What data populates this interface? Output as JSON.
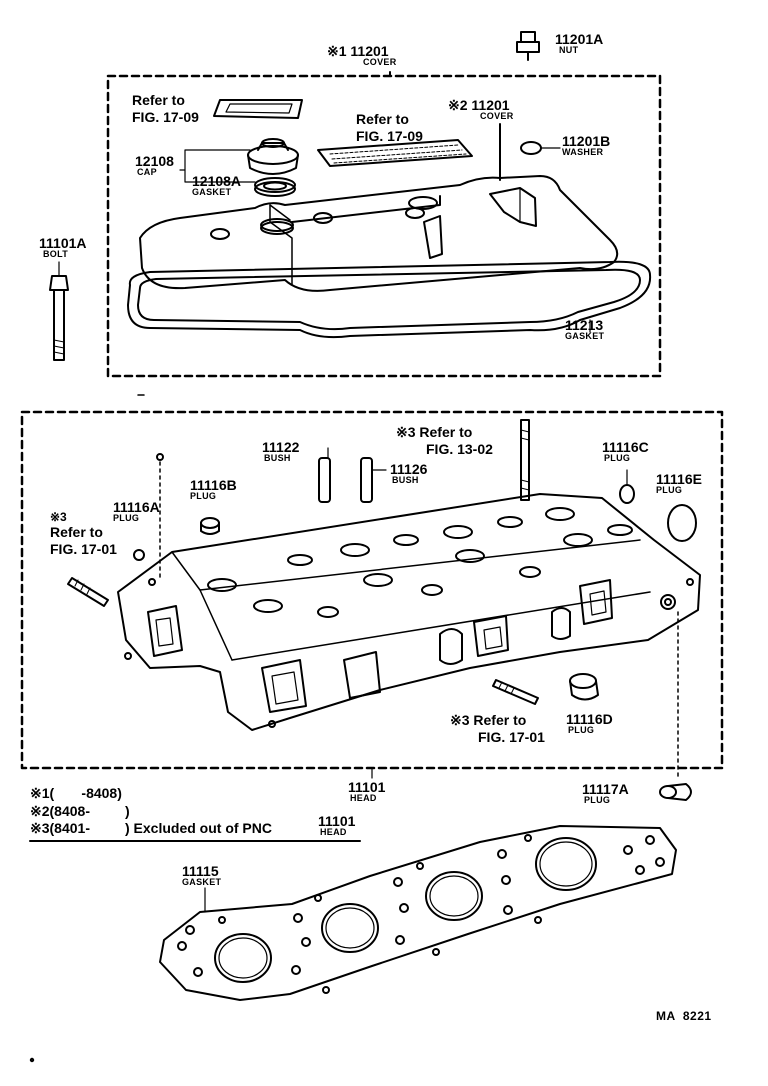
{
  "cover_box": {
    "callout_cover1": {
      "num": "※1 11201",
      "sub": "COVER"
    },
    "callout_nut": {
      "num": "11201A",
      "sub": "NUT"
    },
    "callout_refer_left": {
      "line1": "Refer to",
      "line2": "FIG. 17-09"
    },
    "callout_refer_mid": {
      "line1": "Refer to",
      "line2": "FIG. 17-09"
    },
    "callout_cover2": {
      "num": "※2 11201",
      "sub": "COVER"
    },
    "callout_washer": {
      "num": "11201B",
      "sub": "WASHER"
    },
    "callout_cap": {
      "num": "12108",
      "sub": "CAP"
    },
    "callout_cap_gasket": {
      "num": "12108A",
      "sub": "GASKET"
    },
    "callout_bolt": {
      "num": "11101A",
      "sub": "BOLT"
    },
    "callout_cover_gasket": {
      "num": "11213",
      "sub": "GASKET"
    }
  },
  "head_box": {
    "callout_bush1": {
      "num": "11122",
      "sub": "BUSH"
    },
    "callout_bush2": {
      "num": "11126",
      "sub": "BUSH"
    },
    "callout_refer_top": {
      "line1": "※3 Refer to",
      "line2": "FIG. 13-02"
    },
    "callout_plug_c": {
      "num": "11116C",
      "sub": "PLUG"
    },
    "callout_plug_e": {
      "num": "11116E",
      "sub": "PLUG"
    },
    "callout_plug_b": {
      "num": "11116B",
      "sub": "PLUG"
    },
    "callout_plug_a": {
      "num": "11116A",
      "sub": "PLUG"
    },
    "callout_refer_left": {
      "line1": "※3",
      "line2": "Refer to",
      "line3": "FIG. 17-01"
    },
    "callout_refer_bottom": {
      "line1": "※3 Refer to",
      "line2": "FIG. 17-01"
    },
    "callout_plug_d": {
      "num": "11116D",
      "sub": "PLUG"
    },
    "callout_head": {
      "num": "11101",
      "sub": "HEAD"
    }
  },
  "footer": {
    "callout_plug_17a": {
      "num": "11117A",
      "sub": "PLUG"
    },
    "note1": "※1(       -8408)",
    "note2": "※2(8408-         )",
    "note3": "※3(8401-         ) Excluded out of PNC",
    "note3_pnc": {
      "num": "11101",
      "sub": "HEAD"
    },
    "callout_head_gasket": {
      "num": "11115",
      "sub": "GASKET"
    },
    "figure_code": "MA  8221"
  }
}
